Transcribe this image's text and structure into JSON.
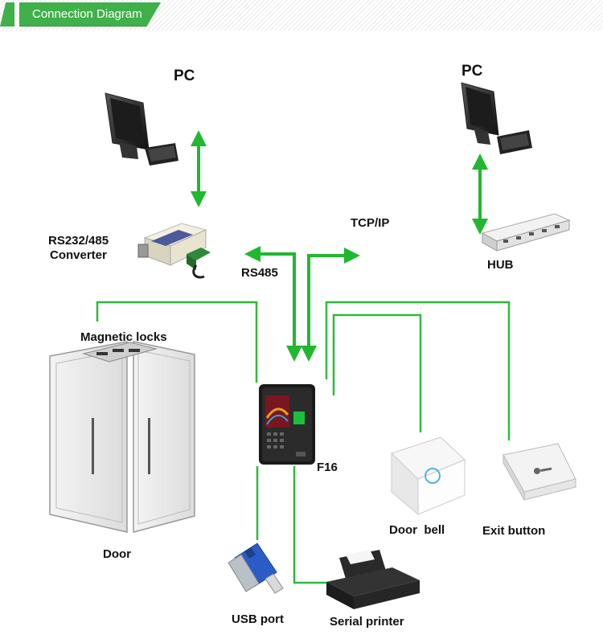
{
  "header": {
    "title": "Connection Diagram"
  },
  "nodes": {
    "pc_left": "PC",
    "pc_right": "PC",
    "converter": "RS232/485\nConverter",
    "tcpip": "TCP/IP",
    "hub": "HUB",
    "rs485": "RS485",
    "magnetic_locks": "Magnetic locks",
    "door": "Door",
    "device": "F16",
    "door_bell": "Door  bell",
    "exit_button": "Exit button",
    "usb_port": "USB port",
    "serial_printer": "Serial printer"
  },
  "colors": {
    "accent": "#3fb04a",
    "line": "#2dbb3a",
    "arrow": "#20b82f"
  }
}
